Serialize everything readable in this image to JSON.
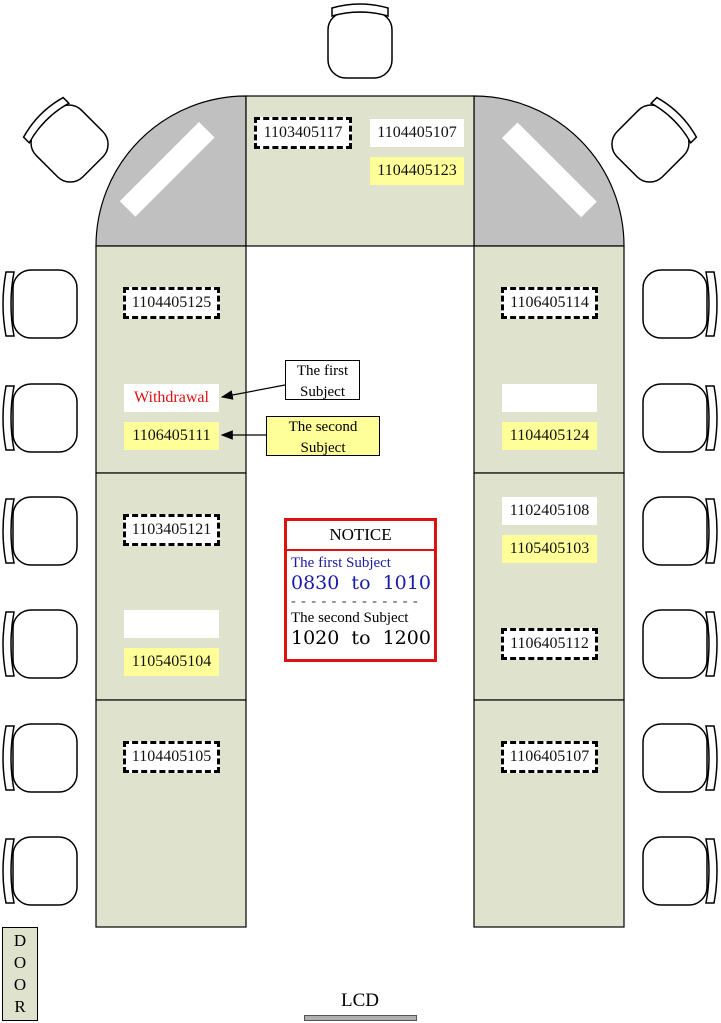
{
  "seats": {
    "top_middle_left": {
      "id": "1103405117",
      "style": "dashed"
    },
    "top_middle_right_1": {
      "id": "1104405107",
      "style": "white"
    },
    "top_middle_right_2": {
      "id": "1104405123",
      "style": "yellow"
    },
    "left_1": {
      "id": "1104405125",
      "style": "dashed"
    },
    "left_2": {
      "id": "Withdrawal",
      "style": "white-red"
    },
    "left_3": {
      "id": "1106405111",
      "style": "yellow"
    },
    "left_4": {
      "id": "1103405121",
      "style": "dashed"
    },
    "left_5": {
      "id": "",
      "style": "white"
    },
    "left_6": {
      "id": "1105405104",
      "style": "yellow"
    },
    "left_7": {
      "id": "1104405105",
      "style": "dashed"
    },
    "right_1": {
      "id": "1106405114",
      "style": "dashed"
    },
    "right_2": {
      "id": "",
      "style": "white"
    },
    "right_3": {
      "id": "1104405124",
      "style": "yellow"
    },
    "right_4": {
      "id": "1102405108",
      "style": "white"
    },
    "right_5": {
      "id": "1105405103",
      "style": "yellow"
    },
    "right_6": {
      "id": "1106405112",
      "style": "dashed"
    },
    "right_7": {
      "id": "1106405107",
      "style": "dashed"
    }
  },
  "callouts": {
    "first": {
      "line1": "The first",
      "line2": "Subject"
    },
    "second": {
      "line1": "The second",
      "line2": "Subject"
    }
  },
  "notice": {
    "title": "NOTICE",
    "first_subject": "The first Subject",
    "first_time": "0830  to  1010",
    "separator": "- - - - - - - - - - - - -",
    "second_subject": "The second Subject",
    "second_time": "1020  to  1200"
  },
  "door": {
    "letters": [
      "D",
      "O",
      "O",
      "R"
    ]
  },
  "lcd": {
    "label": "LCD"
  },
  "colors": {
    "table": "#dfe3ce",
    "corner": "#c0c0c0",
    "yellow_label": "#ffff99",
    "notice_border": "#dd1111",
    "notice_blue": "#1a1aa8",
    "withdrawal_text": "#dd1111"
  }
}
